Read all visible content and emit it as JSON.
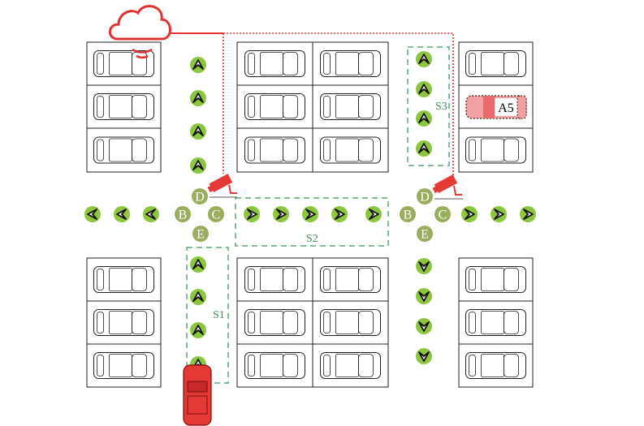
{
  "nodes": {
    "left": {
      "d": "D",
      "b": "B",
      "c": "C",
      "e": "E"
    },
    "right": {
      "d": "D",
      "b": "B",
      "c": "C",
      "e": "E"
    }
  },
  "zones": {
    "s1": "S1",
    "s2": "S2",
    "s3": "S3"
  },
  "target_spot": "A5",
  "colors": {
    "red": "#e03434",
    "green_arrow": "#8cc63f",
    "node": "#9aad5e",
    "zone": "#5aa57a",
    "target_car": "#f08a8a"
  }
}
